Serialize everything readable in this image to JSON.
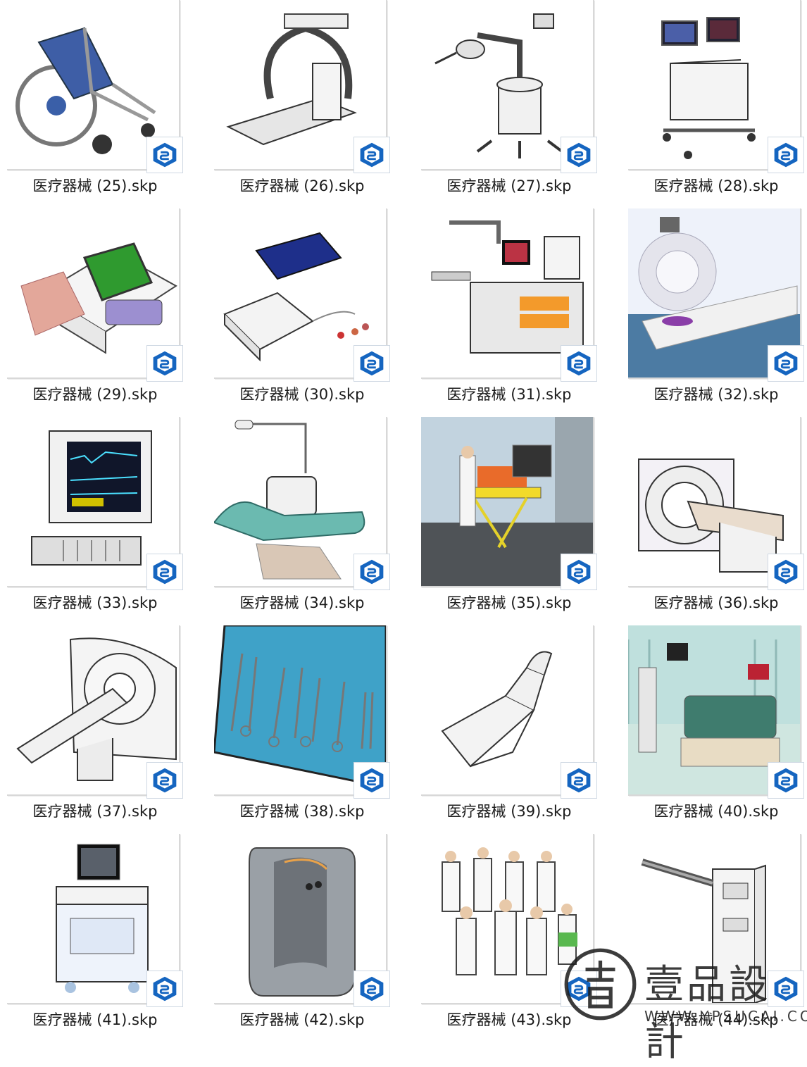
{
  "files": [
    {
      "name": "医疗器械 (25).skp",
      "thumb": "wheelchair"
    },
    {
      "name": "医疗器械 (26).skp",
      "thumb": "c-arm-table"
    },
    {
      "name": "医疗器械 (27).skp",
      "thumb": "surgical-robot"
    },
    {
      "name": "医疗器械 (28).skp",
      "thumb": "anesthesia-cart"
    },
    {
      "name": "医疗器械 (29).skp",
      "thumb": "ecg-machine"
    },
    {
      "name": "医疗器械 (30).skp",
      "thumb": "bp-monitor"
    },
    {
      "name": "医疗器械 (31).skp",
      "thumb": "ent-workstation"
    },
    {
      "name": "医疗器械 (32).skp",
      "thumb": "ct-room"
    },
    {
      "name": "医疗器械 (33).skp",
      "thumb": "patient-monitor"
    },
    {
      "name": "医疗器械 (34).skp",
      "thumb": "dental-chair"
    },
    {
      "name": "医疗器械 (35).skp",
      "thumb": "stretcher-scene"
    },
    {
      "name": "医疗器械 (36).skp",
      "thumb": "ct-scanner"
    },
    {
      "name": "医疗器械 (37).skp",
      "thumb": "ct-scanner-sketch"
    },
    {
      "name": "医疗器械 (38).skp",
      "thumb": "surgical-instruments"
    },
    {
      "name": "医疗器械 (39).skp",
      "thumb": "exam-chair"
    },
    {
      "name": "医疗器械 (40).skp",
      "thumb": "hospital-room"
    },
    {
      "name": "医疗器械 (41).skp",
      "thumb": "ultrasound-cart"
    },
    {
      "name": "医疗器械 (42).skp",
      "thumb": "hand-dryer"
    },
    {
      "name": "医疗器械 (43).skp",
      "thumb": "medical-staff"
    },
    {
      "name": "医疗器械 (44).skp",
      "thumb": "lift-column"
    }
  ],
  "file_badge_icon": "sketchup-icon",
  "watermark": {
    "brand": "壹品設計",
    "url": "WWW.YPSUCAI.COM"
  },
  "colors": {
    "badge_blue": "#1565c0",
    "label": "#1a1a1a"
  }
}
